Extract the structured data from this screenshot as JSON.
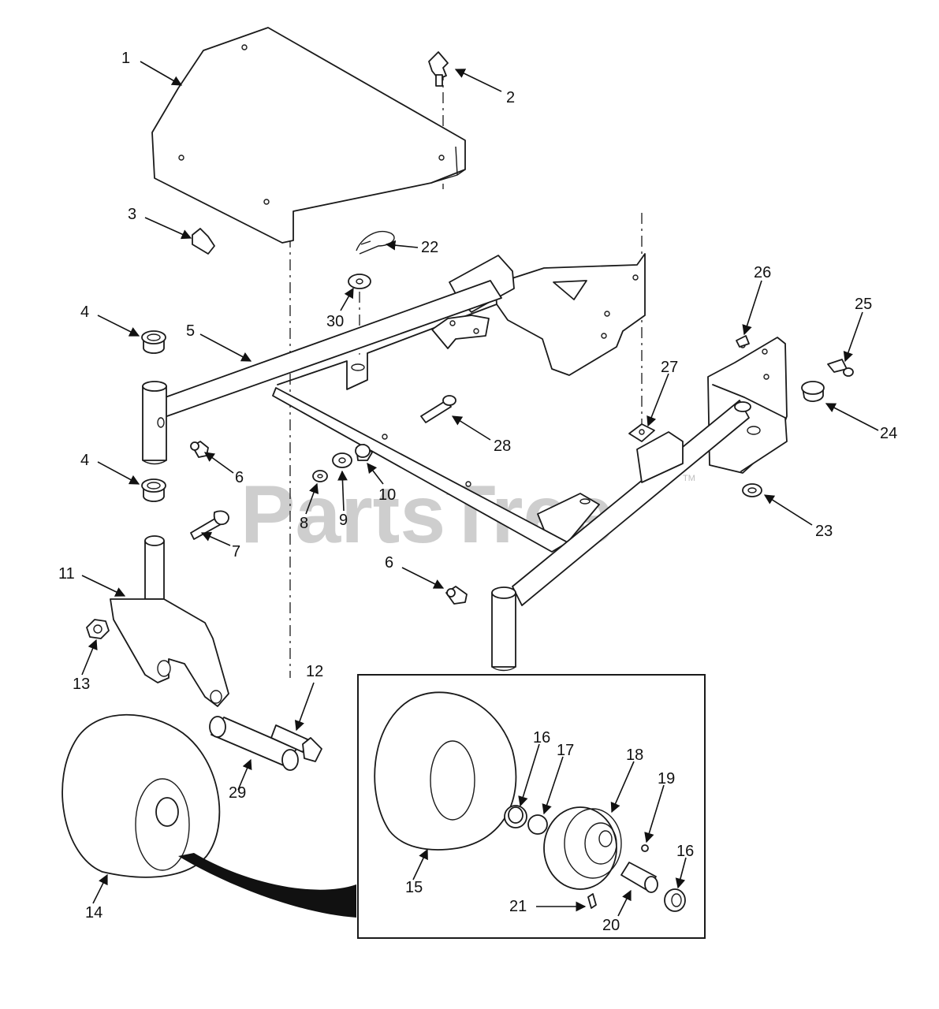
{
  "watermark": {
    "text": "PartsTree",
    "mark": "TM",
    "color": "#bdbdbd"
  },
  "callouts": [
    "1",
    "2",
    "3",
    "4",
    "5",
    "6",
    "7",
    "8",
    "9",
    "10",
    "11",
    "12",
    "13",
    "14",
    "15",
    "16",
    "17",
    "18",
    "19",
    "20",
    "21",
    "22",
    "23",
    "24",
    "25",
    "26",
    "27",
    "28",
    "29",
    "30"
  ],
  "colors": {
    "line": "#1a1a1a",
    "background": "#ffffff",
    "belt": "#111111"
  }
}
